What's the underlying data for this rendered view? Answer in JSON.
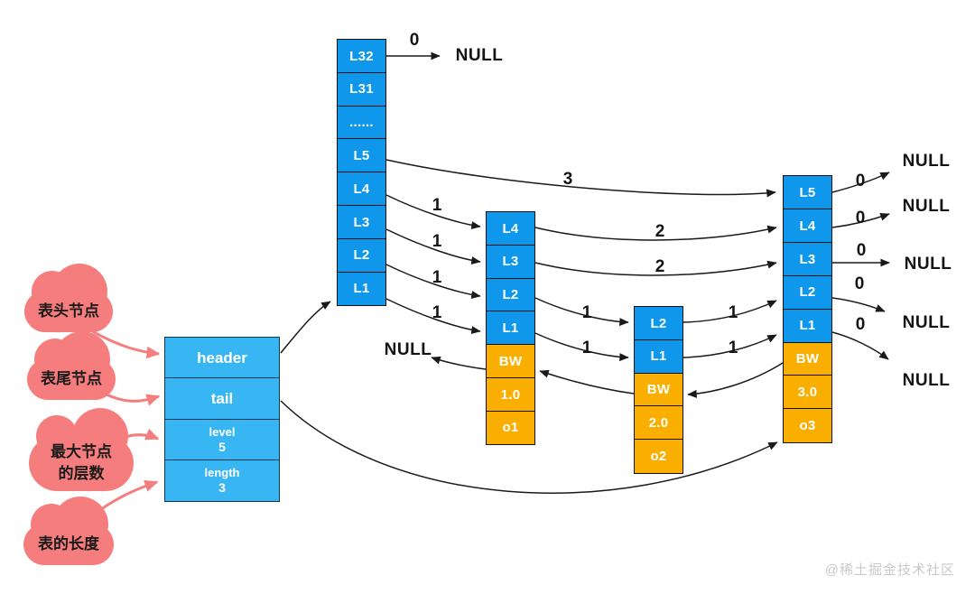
{
  "palette": {
    "node_blue": "#0f97ec",
    "header_blue": "#38b6f3",
    "prop_orange": "#f9ae00",
    "cloud_pink": "#f57d7d",
    "arrow_black": "#1a1a1a"
  },
  "towers": {
    "head_tower": {
      "cells": [
        "L32",
        "L31",
        "......",
        "L5",
        "L4",
        "L3",
        "L2",
        "L1"
      ]
    },
    "node1": {
      "cells": [
        "L4",
        "L3",
        "L2",
        "L1",
        "BW",
        "1.0",
        "o1"
      ]
    },
    "node2": {
      "cells": [
        "L2",
        "L1",
        "BW",
        "2.0",
        "o2"
      ]
    },
    "node3": {
      "cells": [
        "L5",
        "L4",
        "L3",
        "L2",
        "L1",
        "BW",
        "3.0",
        "o3"
      ]
    }
  },
  "header_box": {
    "header": "header",
    "tail": "tail",
    "level_label": "level",
    "level_value": "5",
    "length_label": "length",
    "length_value": "3"
  },
  "clouds": {
    "head_node": "表头节点",
    "tail_node": "表尾节点",
    "max_level": "最大节点\n的层数",
    "list_length": "表的长度"
  },
  "labels": {
    "null_text": "NULL"
  },
  "span_labels": {
    "head_l32_null": "0",
    "l5_to_n3": "3",
    "l4_to_n1": "1",
    "l3_to_n1": "1",
    "l2_to_n1": "1",
    "l1_to_n1": "1",
    "n1l4_to_n3": "2",
    "n1l3_to_n3": "2",
    "n1l2_to_n2": "1",
    "n1l1_to_n2": "1",
    "n2l2_to_n3": "1",
    "n2l1_to_n3": "1",
    "n3l5_null": "0",
    "n3l4_null": "0",
    "n3l3_null": "0",
    "n3l2_null": "0",
    "n3l1_null": "0"
  },
  "watermark": "@稀土掘金技术社区"
}
